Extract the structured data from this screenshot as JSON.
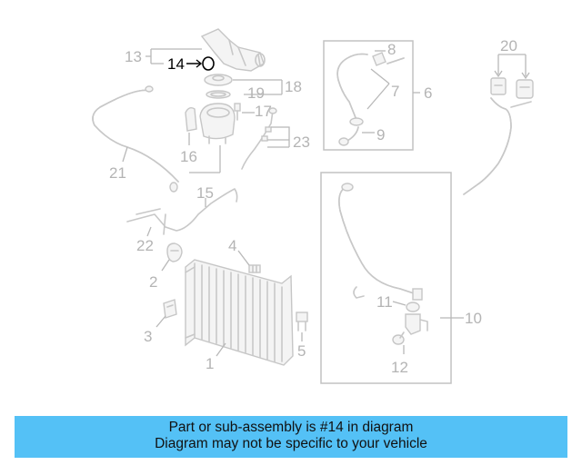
{
  "diagram": {
    "highlighted_part": "14",
    "callouts": {
      "c1": "1",
      "c2": "2",
      "c3": "3",
      "c4": "4",
      "c5": "5",
      "c6": "6",
      "c7": "7",
      "c8": "8",
      "c9": "9",
      "c10": "10",
      "c11": "11",
      "c12": "12",
      "c13": "13",
      "c14": "14",
      "c15": "15",
      "c16": "16",
      "c17": "17",
      "c18": "18",
      "c19": "19",
      "c20": "20",
      "c21": "21",
      "c22": "22",
      "c23": "23"
    }
  },
  "banner": {
    "line1": "Part or sub-assembly is #14 in diagram",
    "line2": "Diagram may not be specific to your vehicle",
    "background": "#54c1f6"
  },
  "colors": {
    "part_line": "#c8c8c8",
    "callout_text": "#b4b4b4",
    "highlight": "#000000"
  }
}
